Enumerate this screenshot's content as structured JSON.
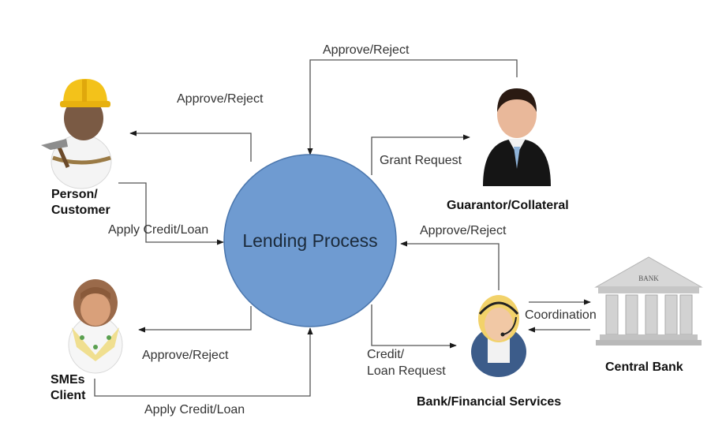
{
  "center": {
    "label": "Lending Process"
  },
  "actors": {
    "person": [
      "Person/",
      "Customer"
    ],
    "smes": [
      "SMEs",
      "Client"
    ],
    "guarantor": "Guarantor/Collateral",
    "bank": "Bank/Financial Services",
    "central_bank": "Central Bank"
  },
  "flows": {
    "person_approve": "Approve/Reject",
    "person_apply": "Apply Credit/Loan",
    "smes_approve": "Approve/Reject",
    "smes_apply": "Apply Credit/Loan",
    "guarantor_approve": "Approve/Reject",
    "grant_request": "Grant Request",
    "bank_approve": "Approve/Reject",
    "credit_request": [
      "Credit/",
      "Loan Request"
    ],
    "coordination": "Coordination"
  },
  "bank_building_text": "BANK",
  "colors": {
    "circle": "#6f9bd1",
    "circle_stroke": "#4a76ad",
    "line": "#555555",
    "hard_hat": "#f3c21a",
    "suit": "#151515",
    "headset_hair": "#f2d26a",
    "bank_stone": "#cfcfcf"
  }
}
